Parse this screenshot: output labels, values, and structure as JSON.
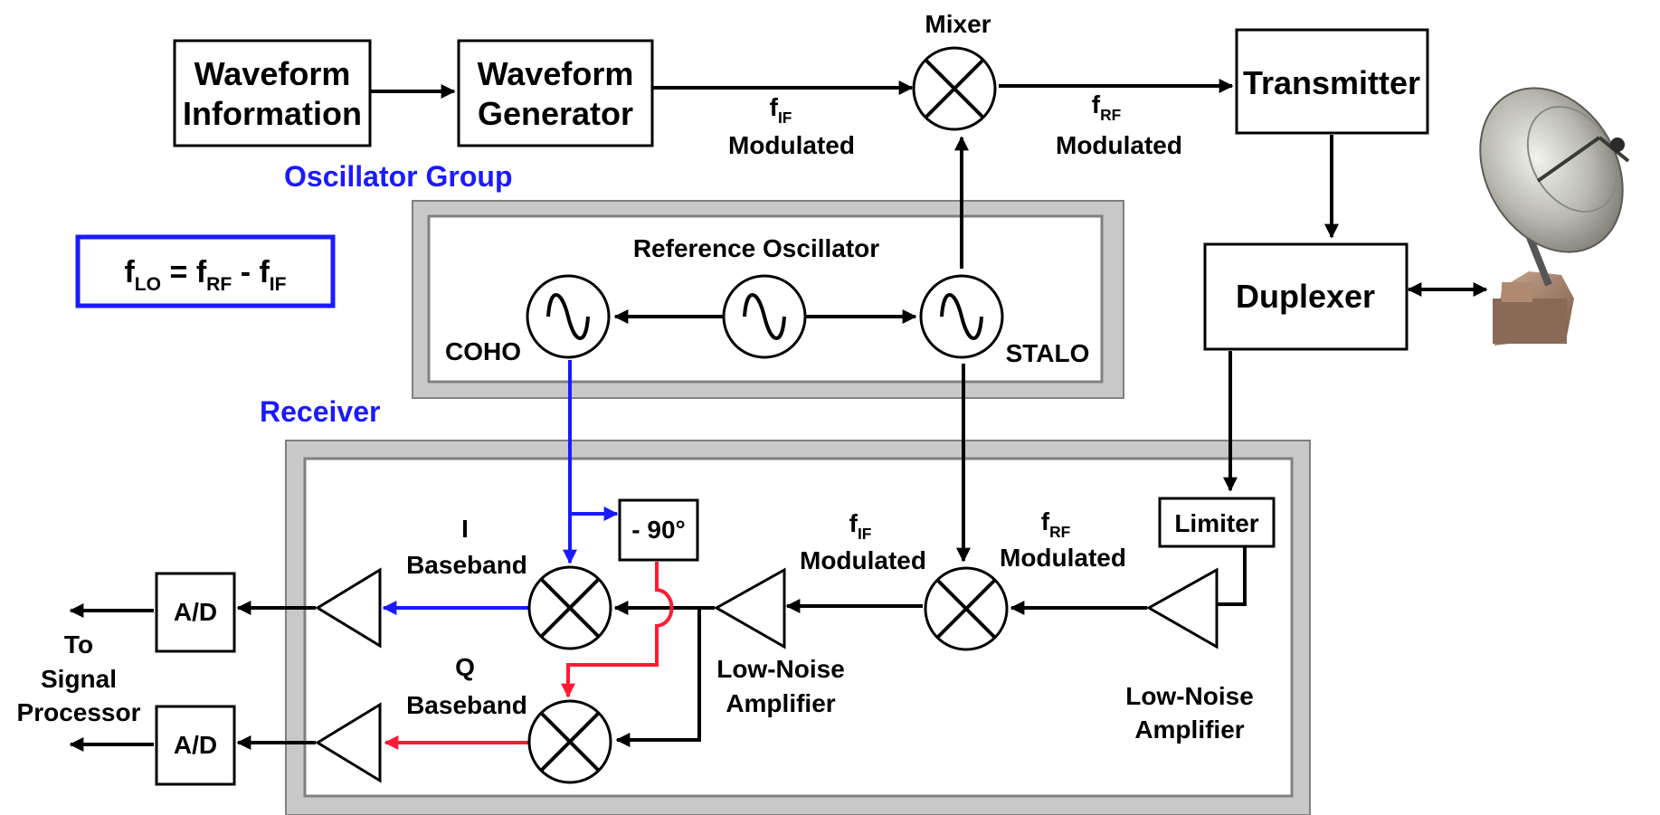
{
  "blocks": {
    "waveform_information": [
      "Waveform",
      "Information"
    ],
    "waveform_generator": [
      "Waveform",
      "Generator"
    ],
    "transmitter": "Transmitter",
    "duplexer": "Duplexer",
    "limiter": "Limiter",
    "phase_shift": "- 90°",
    "ad_i": "A/D",
    "ad_q": "A/D"
  },
  "labels": {
    "mixer": "Mixer",
    "f_letter": "f",
    "if_sub": "IF",
    "rf_sub": "RF",
    "modulated": "Modulated",
    "oscillator_group": "Oscillator Group",
    "receiver": "Receiver",
    "reference_oscillator": "Reference Oscillator",
    "coho": "COHO",
    "stalo": "STALO",
    "i_baseband": [
      "I",
      "Baseband"
    ],
    "q_baseband": [
      "Q",
      "Baseband"
    ],
    "lna_inner": [
      "Low-Noise",
      "Amplifier"
    ],
    "lna_right": [
      "Low-Noise",
      "Amplifier"
    ],
    "to_signal_processor": [
      "To",
      "Signal",
      "Processor"
    ]
  },
  "formula": {
    "f": "f",
    "lo": "LO",
    "equals": " = ",
    "rf": "RF",
    "minus": " - ",
    "if": "IF"
  },
  "colors": {
    "blue_path": "#1a1aff",
    "red_path": "#ff1a33",
    "group_frame": "#c8c8c8"
  }
}
